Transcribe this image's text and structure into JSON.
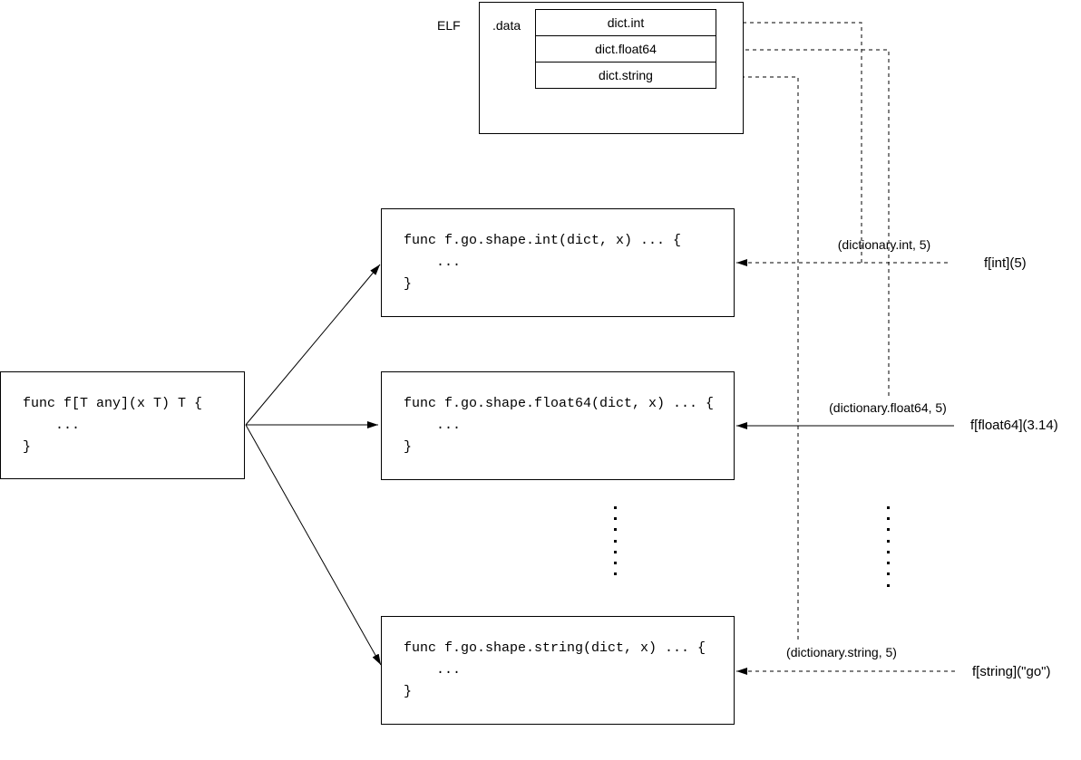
{
  "elf": {
    "label": "ELF",
    "section": ".data",
    "entries": [
      "dict.int",
      "dict.float64",
      "dict.string"
    ]
  },
  "generic_function": {
    "code": [
      "func f[T any](x T) T {",
      "    ...",
      "}"
    ]
  },
  "shape_functions": {
    "int": {
      "code": [
        "func f.go.shape.int(dict, x) ... {",
        "    ...",
        "}"
      ]
    },
    "float64": {
      "code": [
        "func f.go.shape.float64(dict, x) ... {",
        "    ...",
        "}"
      ]
    },
    "string": {
      "code": [
        "func f.go.shape.string(dict, x) ... {",
        "    ...",
        "}"
      ]
    }
  },
  "call_sites": {
    "int": {
      "expr": "f[int](5)",
      "args": "(dictionary.int, 5)"
    },
    "float64": {
      "expr": "f[float64](3.14)",
      "args": "(dictionary.float64, 5)"
    },
    "string": {
      "expr": "f[string](\"go\")",
      "args": "(dictionary.string, 5)"
    }
  },
  "colors": {
    "stroke": "#000000",
    "background": "#ffffff"
  }
}
